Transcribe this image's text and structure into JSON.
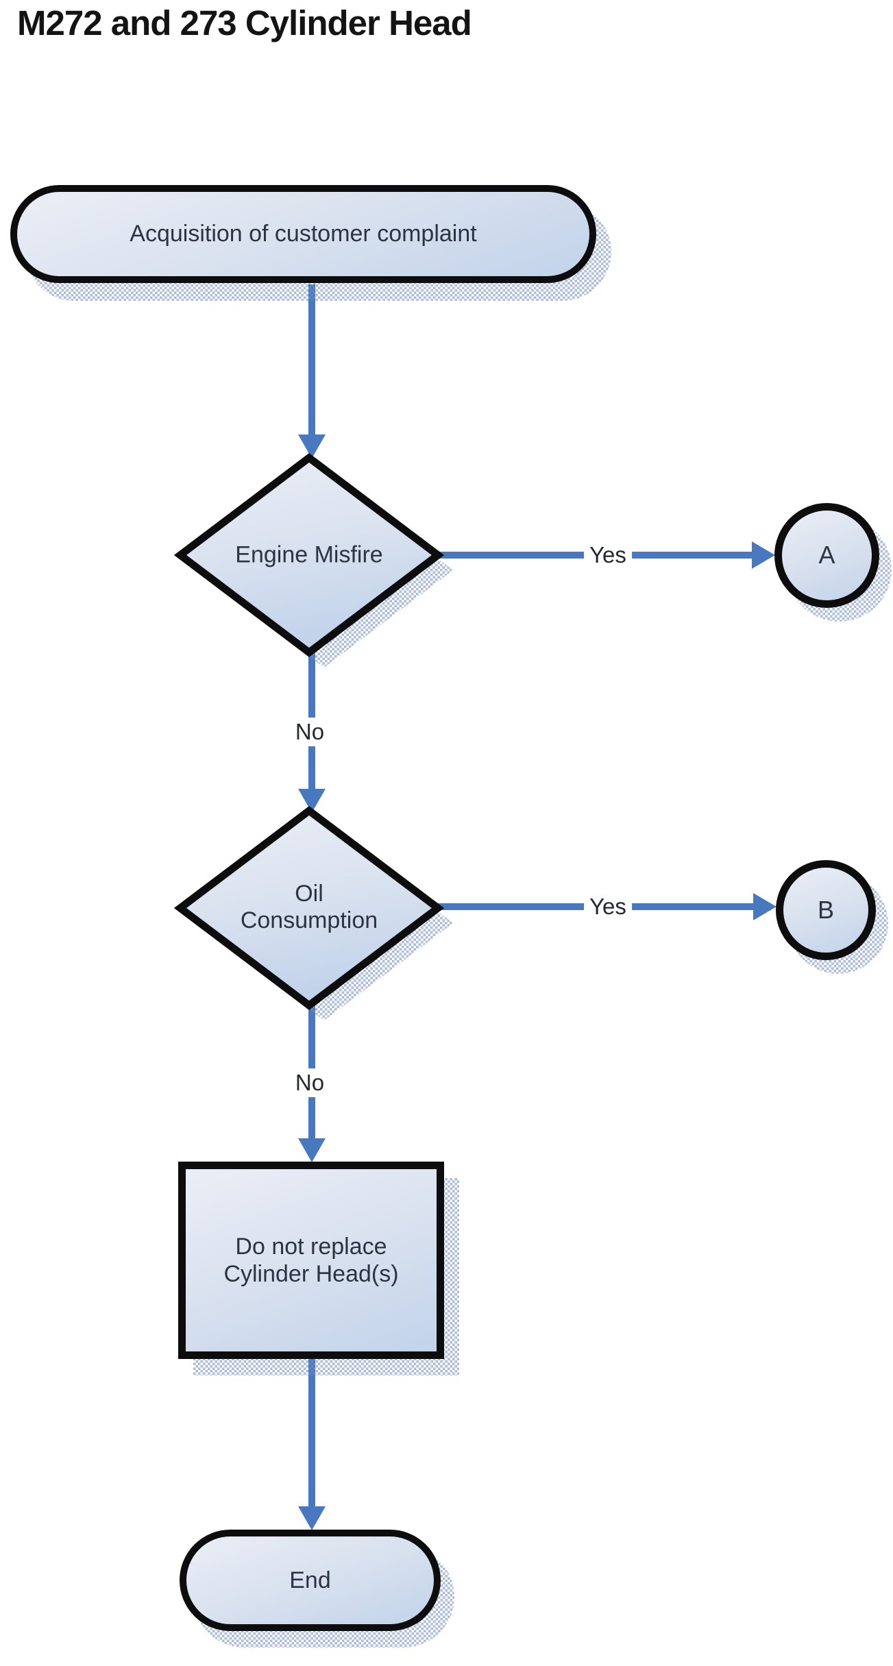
{
  "title": "M272 and 273 Cylinder Head",
  "nodes": {
    "start": {
      "type": "terminator",
      "label": "Acquisition of customer complaint"
    },
    "engine_misfire": {
      "type": "decision",
      "label": "Engine Misfire"
    },
    "connector_a": {
      "type": "connector",
      "label": "A"
    },
    "oil_consumption": {
      "type": "decision",
      "label": "Oil Consumption"
    },
    "connector_b": {
      "type": "connector",
      "label": "B"
    },
    "do_not_replace": {
      "type": "process",
      "label": "Do not replace Cylinder Head(s)"
    },
    "end": {
      "type": "terminator",
      "label": "End"
    }
  },
  "edges": {
    "start_to_misfire": {
      "from": "start",
      "to": "engine_misfire",
      "label": ""
    },
    "misfire_yes": {
      "from": "engine_misfire",
      "to": "connector_a",
      "label": "Yes"
    },
    "misfire_no": {
      "from": "engine_misfire",
      "to": "oil_consumption",
      "label": "No"
    },
    "oil_yes": {
      "from": "oil_consumption",
      "to": "connector_b",
      "label": "Yes"
    },
    "oil_no": {
      "from": "oil_consumption",
      "to": "do_not_replace",
      "label": "No"
    },
    "process_to_end": {
      "from": "do_not_replace",
      "to": "end",
      "label": ""
    }
  },
  "colors": {
    "arrow_blue": "#4878c0",
    "shape_border": "#0d0d0d",
    "fill_top": "#eaeef6",
    "fill_bottom": "#c2d3ea",
    "shadow_pattern_blue": "#7691c7",
    "text": "#2b3440",
    "background": "#ffffff"
  }
}
